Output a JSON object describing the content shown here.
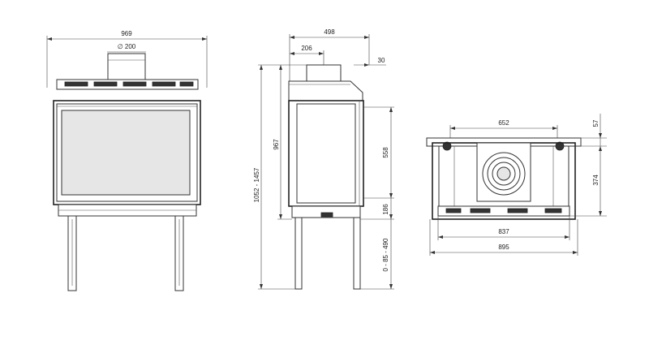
{
  "front_view": {
    "width": "969",
    "flue_diameter": "∅ 200"
  },
  "side_view": {
    "depth": "498",
    "flue_offset": "206",
    "rear_offset": "30",
    "total_height": "1052 - 1457",
    "body_height": "967",
    "flue_center_height": "558",
    "base_height": "186",
    "leg_range": "0 - 85 - 490"
  },
  "top_view": {
    "bracket_spacing": "652",
    "top_offset": "57",
    "depth": "374",
    "inner_width": "837",
    "outer_width": "895"
  }
}
